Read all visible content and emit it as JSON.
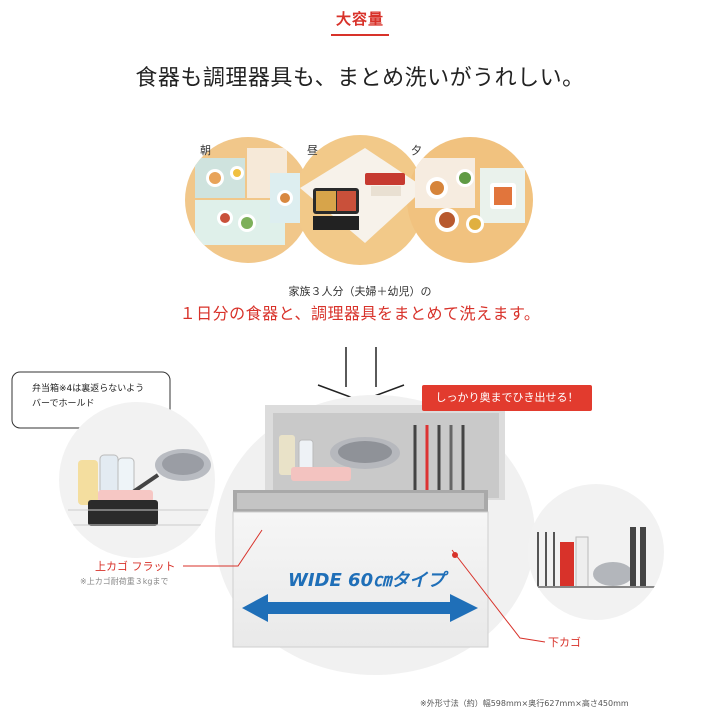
{
  "header": {
    "badge": "大容量",
    "headline": "食器も調理器具も、まとめ洗いがうれしい。"
  },
  "meals": [
    {
      "label": "朝"
    },
    {
      "label": "昼"
    },
    {
      "label": "夕"
    }
  ],
  "family_note": "家族３人分（夫婦＋幼児）の",
  "tagline": "１日分の食器と、調理器具をまとめて洗えます。",
  "callouts": {
    "bubble_line1": "弁当箱※4は裏返らないよう",
    "bubble_line2": "バーでホールド",
    "pull_out": "しっかり奥までひき出せる！",
    "upper_basket": "上カゴ フラット",
    "upper_basket_note": "※上カゴ耐荷重３kgまで",
    "lower_basket": "下カゴ",
    "wide": "WIDE 60㎝タイプ"
  },
  "footnote": "※外形寸法（約）幅598mm×奥行627mm×高さ450mm",
  "colors": {
    "accent_red": "#d8322a",
    "wide_blue": "#1f6fb8"
  }
}
